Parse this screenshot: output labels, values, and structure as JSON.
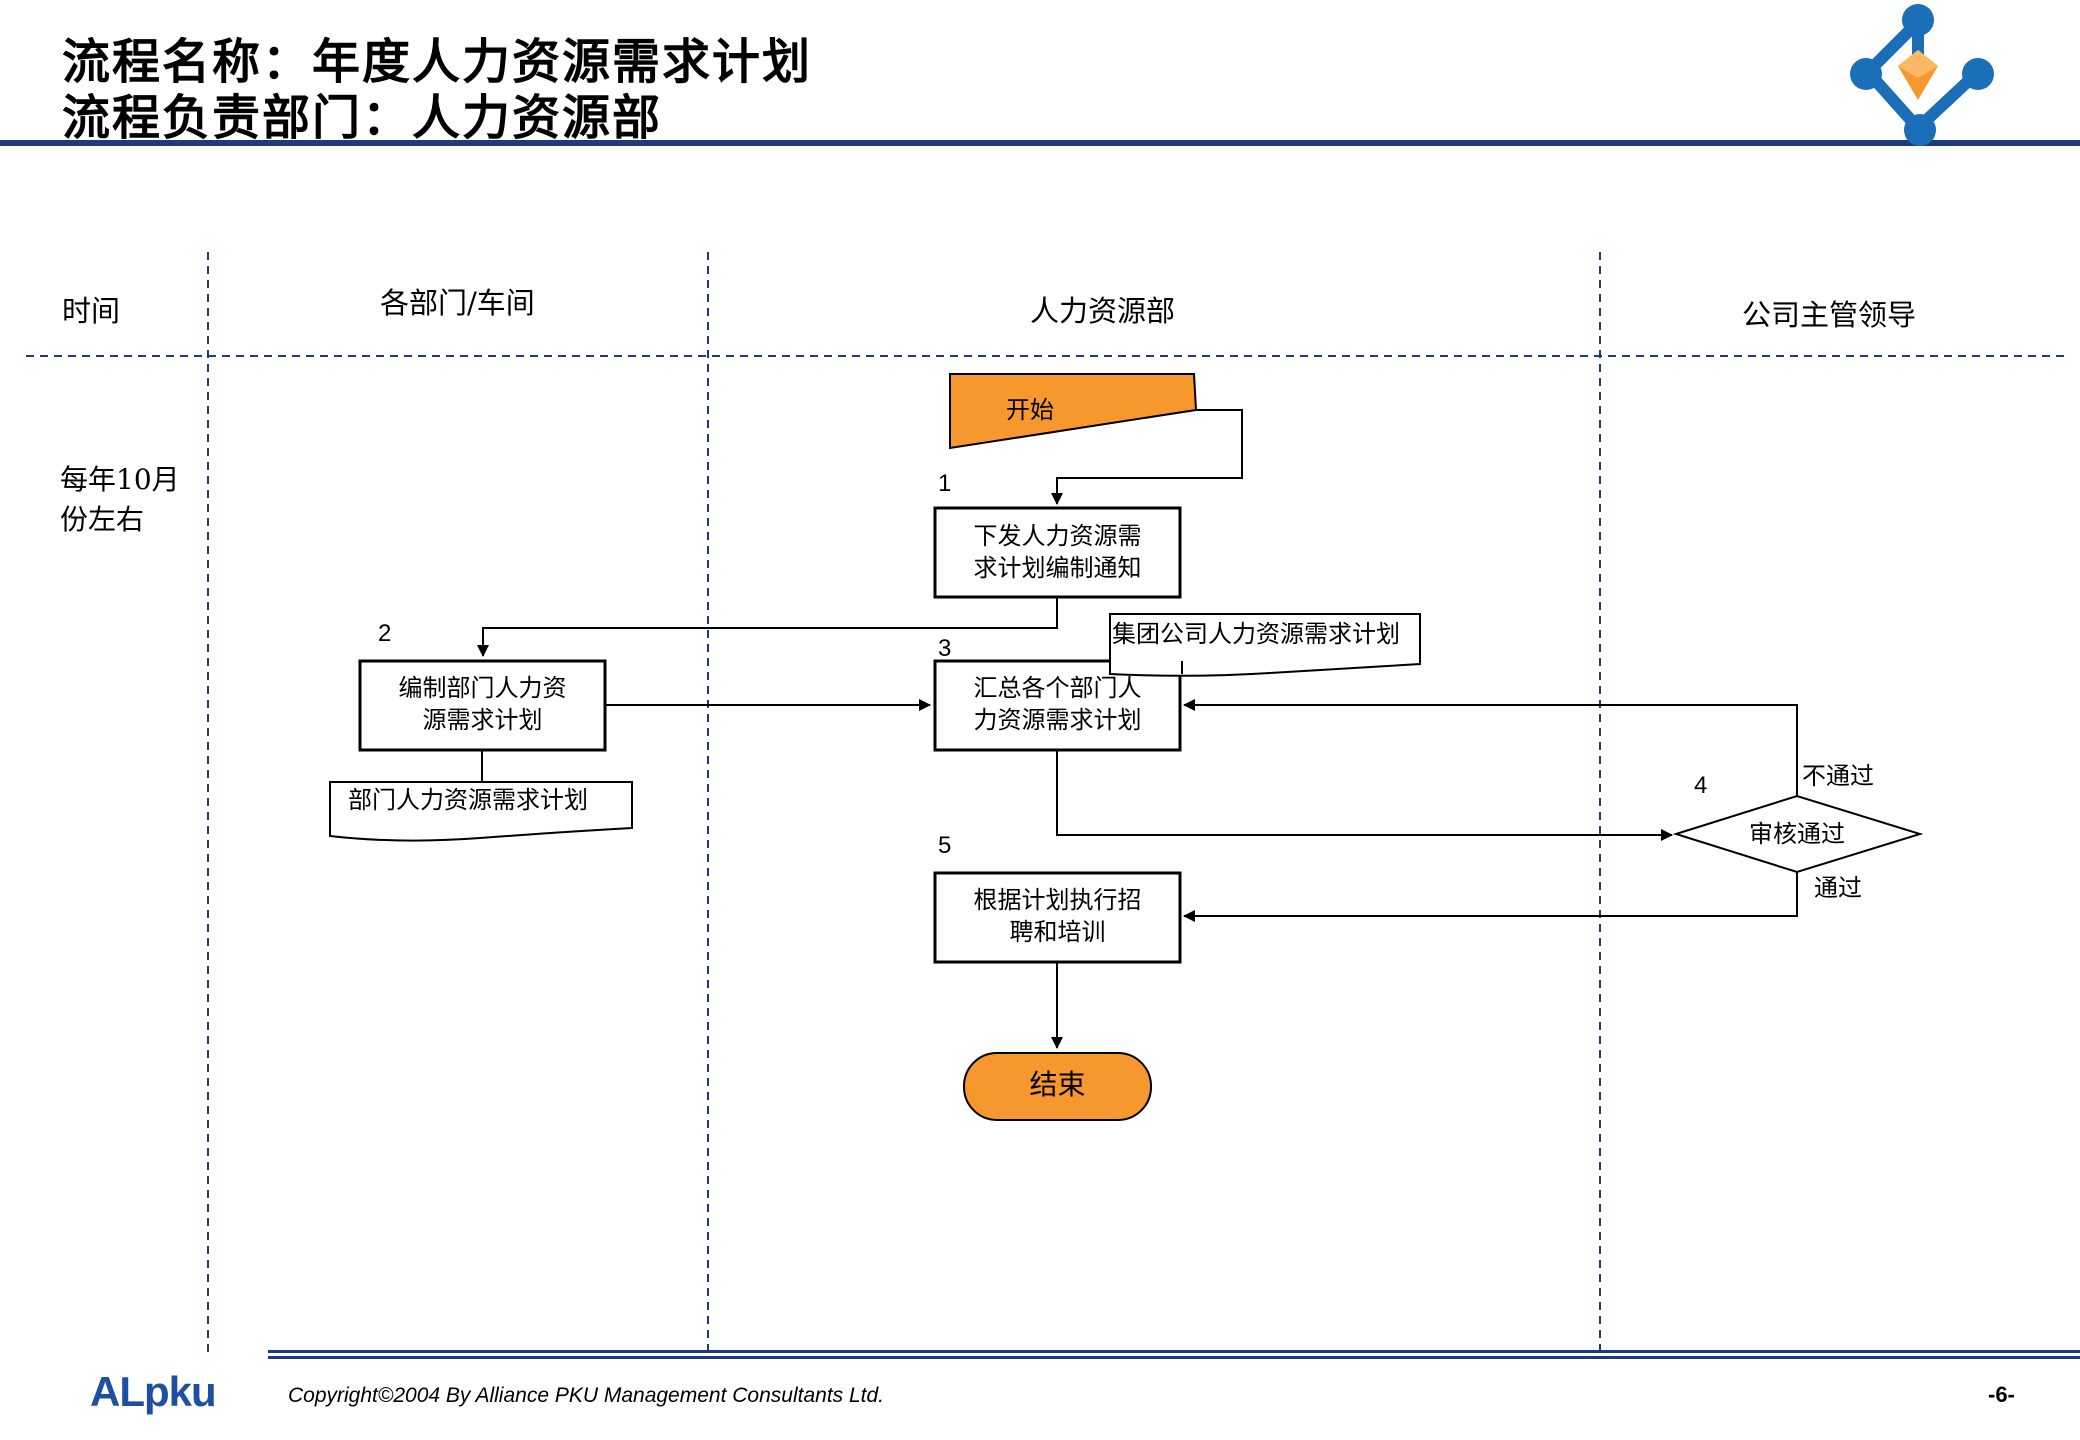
{
  "title": {
    "line1": "流程名称：年度人力资源需求计划",
    "line2": "流程负责部门：人力资源部"
  },
  "lanes": {
    "time": "时间",
    "dept": "各部门/车间",
    "hr": "人力资源部",
    "leader": "公司主管领导"
  },
  "time_note": {
    "line1": "每年10月",
    "line2": "份左右"
  },
  "nodes": {
    "start": "开始",
    "step1": {
      "num": "1",
      "line1": "下发人力资源需",
      "line2": "求计划编制通知"
    },
    "step2": {
      "num": "2",
      "line1": "编制部门人力资",
      "line2": "源需求计划"
    },
    "step3": {
      "num": "3",
      "line1": "汇总各个部门人",
      "line2": "力资源需求计划"
    },
    "step4": {
      "num": "4",
      "label": "审核通过"
    },
    "step5": {
      "num": "5",
      "line1": "根据计划执行招",
      "line2": "聘和培训"
    },
    "end": "结束"
  },
  "documents": {
    "group_plan": "集团公司人力资源需求计划",
    "dept_plan": "部门人力资源需求计划"
  },
  "branches": {
    "fail": "不通过",
    "pass": "通过"
  },
  "footer": {
    "brand": "ALpku",
    "copyright": "Copyright©2004 By Alliance PKU Management Consultants Ltd.",
    "page": "-6-"
  },
  "colors": {
    "accent_orange": "#f7982f",
    "brand_blue": "#1f3c7a",
    "lane_line": "#1f3c7a"
  }
}
